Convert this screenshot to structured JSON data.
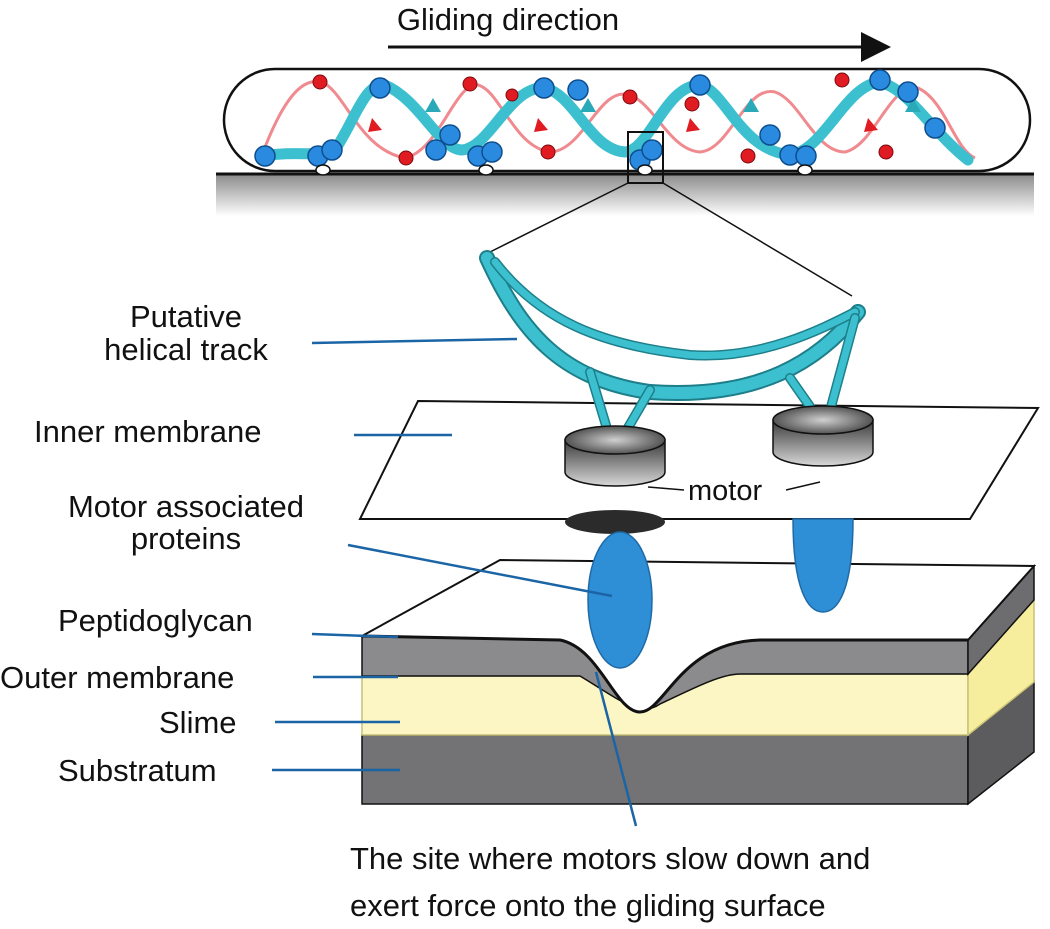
{
  "diagram": {
    "title": "Gliding direction",
    "labels": {
      "helical_track_line1": "Putative",
      "helical_track_line2": "helical track",
      "inner_membrane": "Inner membrane",
      "motor": "motor",
      "motor_assoc_line1": "Motor associated",
      "motor_assoc_line2": "proteins",
      "peptidoglycan": "Peptidoglycan",
      "outer_membrane": "Outer membrane",
      "slime": "Slime",
      "substratum": "Substratum",
      "caption_line1": "The site where motors slow down and",
      "caption_line2": "exert force onto the gliding surface"
    },
    "colors": {
      "track_teal": "#3cc0cf",
      "track_outline": "#1e7f8a",
      "motor_blue": "#2f8fd6",
      "motor_dot_blue": "#2a8ae0",
      "red_dot": "#e01b22",
      "red_track": "#f08a8f",
      "leader_line": "#1b65a6",
      "slime_yellow": "#fbf6c4",
      "peptidoglycan_gray": "#8b8b8d",
      "substratum_gray": "#737375"
    }
  }
}
